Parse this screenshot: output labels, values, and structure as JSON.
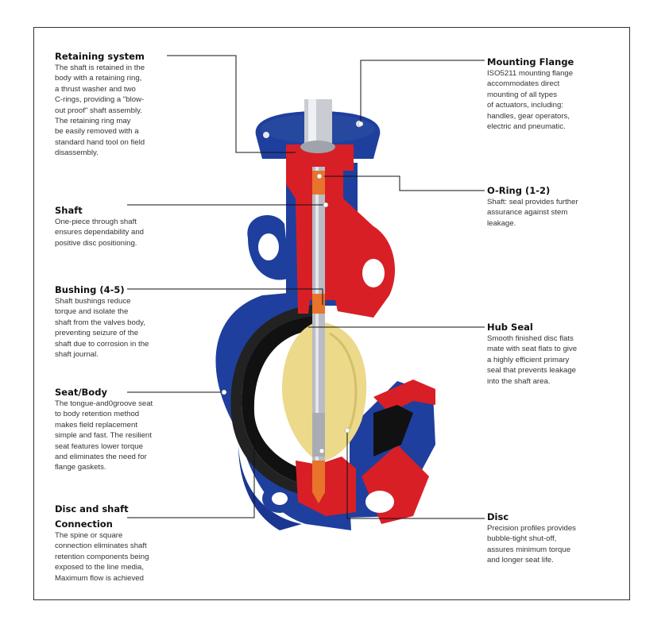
{
  "colors": {
    "body_blue": "#1f3f9e",
    "cut_red": "#d81f26",
    "seat_black": "#111111",
    "disc_yellow": "#ecd98a",
    "stem_gray": "#b9bcc4",
    "bushing_orange": "#e8732a"
  },
  "labels": {
    "retaining_system": {
      "title": "Retaining system",
      "desc": "The shaft is retained in the\nbody with a retaining ring,\na thrust washer and two\nC-rings, providing a \"blow-\nout proof\" shaft assembly.\nThe retaining ring may\nbe easily removed with a\nstandard hand tool on field\ndisassembly."
    },
    "shaft": {
      "title": "Shaft",
      "desc": "One-piece through shaft\nensures dependability and\npositive disc positioning."
    },
    "bushing": {
      "title": "Bushing (4-5)",
      "desc": "Shaft bushings reduce\ntorque and isolate the\nshaft from the valves body,\npreventing seizure of the\nshaft due to corrosion in the\nshaft journal."
    },
    "seat_body": {
      "title": "Seat/Body",
      "desc": "The tongue-and0groove seat\nto body retention method\nmakes field replacement\nsimple and fast. The resilient\nseat features lower torque\nand eliminates the need for\nflange gaskets."
    },
    "disc_shaft_connection": {
      "title": "Disc and shaft",
      "title2": "Connection",
      "desc": "The spine or square\nconnection eliminates shaft\nretention components being\nexposed to the line media,\nMaximum flow is achieved"
    },
    "mounting_flange": {
      "title": "Mounting Flange",
      "desc": "ISO5211 mounting flange\naccommodates direct\nmounting of all types\nof actuators, including:\nhandles, gear operators,\nelectric and pneumatic."
    },
    "o_ring": {
      "title": "O-Ring (1-2)",
      "desc": "Shaft: seal provides further\nassurance against stem\nleakage."
    },
    "hub_seal": {
      "title": "Hub Seal",
      "desc": "Smooth finished disc flats\nmate with seat flats to give\na highly efficient primary\nseal that prevents leakage\ninto the shaft area."
    },
    "disc": {
      "title": "Disc",
      "desc": "Precision profiles provides\nbubble-tight shut-off,\nassures minimum torque\nand longer seat life."
    }
  }
}
